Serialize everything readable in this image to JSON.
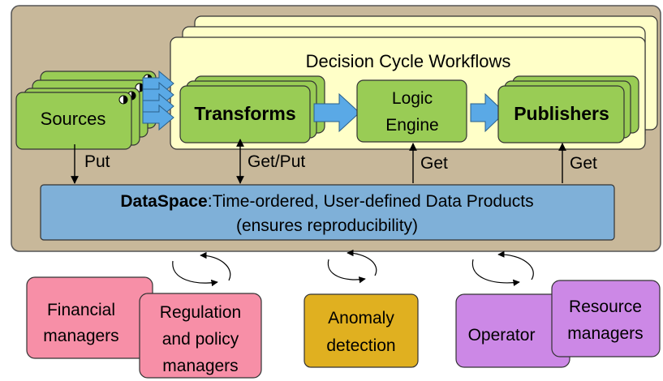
{
  "workflow": {
    "title": "Decision Cycle Workflows"
  },
  "nodes": {
    "sources": "Sources",
    "transforms": "Transforms",
    "logic_line1": "Logic",
    "logic_line2": "Engine",
    "publishers": "Publishers"
  },
  "arrows": {
    "put": "Put",
    "get_put": "Get/Put",
    "get_logic": "Get",
    "get_publishers": "Get"
  },
  "dataspace": {
    "title_bold": "DataSpace",
    "title_rest": ":Time-ordered, User-defined Data Products",
    "line2": "(ensures reproducibility)"
  },
  "stakeholders": {
    "financial_line1": "Financial",
    "financial_line2": "managers",
    "regulation_line1": "Regulation",
    "regulation_line2": "and policy",
    "regulation_line3": "managers",
    "anomaly_line1": "Anomaly",
    "anomaly_line2": "detection",
    "operator": "Operator",
    "resource_line1": "Resource",
    "resource_line2": "managers"
  },
  "colors": {
    "outer_bg": "#c8b89a",
    "workflow_bg": "#ffffc8",
    "node_green": "#99cc55",
    "arrow_blue": "#5aa9e6",
    "dataspace_blue": "#7fb0d8",
    "pink": "#f78fa7",
    "gold": "#e0b020",
    "purple": "#cc88e6"
  }
}
